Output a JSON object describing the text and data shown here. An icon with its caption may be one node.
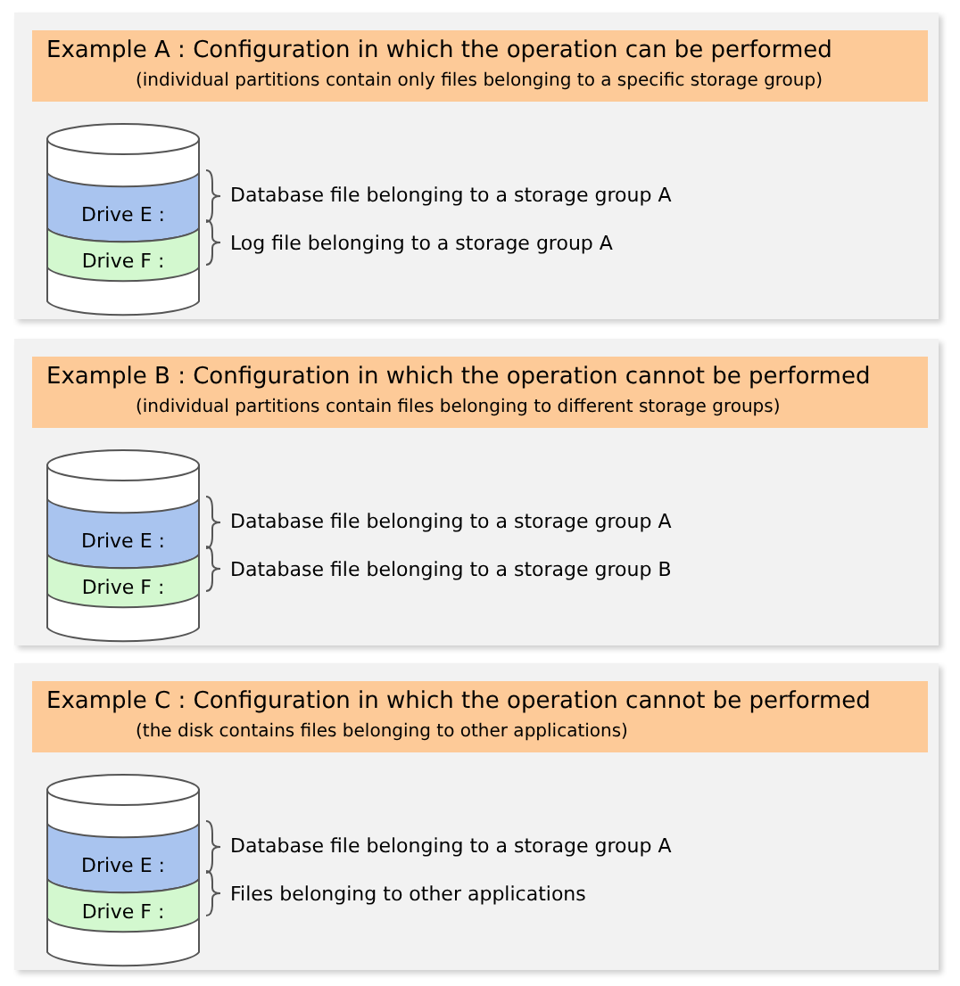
{
  "diagram": {
    "nodes": [
      {
        "text": [],
        "shape": "box"
      },
      {
        "text": [
          "Example A : Configuration in which the operation can be performed",
          "(individual partitions contain only files belonging to a specific storage group)"
        ],
        "in": 0
      },
      {
        "text": [],
        "shape": "cylinder",
        "in": 0
      },
      {
        "text": [
          "Drive E :"
        ],
        "in": 2,
        "beside": [
          "Database file belonging to a storage group A"
        ]
      },
      {
        "text": [
          "Drive F :"
        ],
        "in": 2,
        "beside": [
          "Log file belonging to a storage group A"
        ]
      },
      {
        "text": [],
        "shape": "box"
      },
      {
        "text": [
          "Example B : Configuration in which the operation cannot be performed",
          "(individual partitions contain files belonging to different storage groups)"
        ],
        "in": 5
      },
      {
        "text": [],
        "shape": "cylinder",
        "in": 5
      },
      {
        "text": [
          "Drive E :"
        ],
        "in": 7,
        "beside": [
          "Database file belonging to a storage group A"
        ]
      },
      {
        "text": [
          "Drive F :"
        ],
        "in": 7,
        "beside": [
          "Database file belonging to a storage group B"
        ]
      },
      {
        "text": [],
        "shape": "box"
      },
      {
        "text": [
          "Example C : Configuration in which the operation cannot be performed",
          "(the disk contains files belonging to other applications)"
        ],
        "in": 10
      },
      {
        "text": [],
        "shape": "cylinder",
        "in": 10
      },
      {
        "text": [
          "Drive E :"
        ],
        "in": 12,
        "beside": [
          "Database file belonging to a storage group A"
        ]
      },
      {
        "text": [
          "Drive F :"
        ],
        "in": 12,
        "beside": [
          "Files belonging to other applications"
        ]
      }
    ]
  }
}
